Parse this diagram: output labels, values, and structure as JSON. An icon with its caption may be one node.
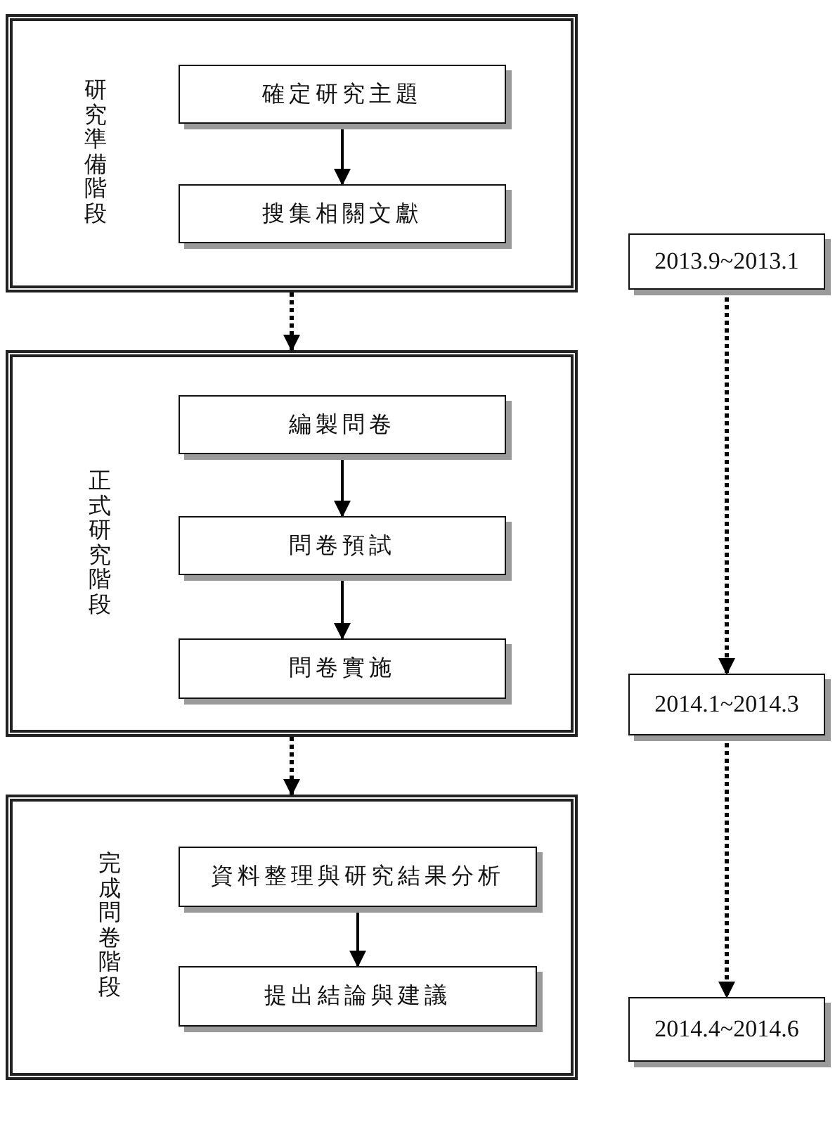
{
  "diagram": {
    "nodes": [
      {
        "text": [
          "研究準備階段"
        ]
      },
      {
        "text": [
          "確定研究主題"
        ],
        "in": 0
      },
      {
        "text": [
          "搜集相關文獻"
        ],
        "in": 0
      },
      {
        "text": [
          "正式研究階段"
        ]
      },
      {
        "text": [
          "編製問卷"
        ],
        "in": 3
      },
      {
        "text": [
          "問卷預試"
        ],
        "in": 3
      },
      {
        "text": [
          "問卷實施"
        ],
        "in": 3
      },
      {
        "text": [
          "完成問卷階段"
        ]
      },
      {
        "text": [
          "資料整理與研究結果分析"
        ],
        "in": 7
      },
      {
        "text": [
          "提出結論與建議"
        ],
        "in": 7
      },
      {
        "text": [
          "2013.9~2013.1"
        ]
      },
      {
        "text": [
          "2014.1~2014.3"
        ]
      },
      {
        "text": [
          "2014.4~2014.6"
        ]
      }
    ],
    "edges": [
      {
        "from": 1,
        "to": 2,
        "arrow": "to"
      },
      {
        "from": 0,
        "to": 3,
        "arrow": "to",
        "style": "dashed"
      },
      {
        "from": 4,
        "to": 5,
        "arrow": "to"
      },
      {
        "from": 5,
        "to": 6,
        "arrow": "to"
      },
      {
        "from": 3,
        "to": 7,
        "arrow": "to",
        "style": "dashed"
      },
      {
        "from": 8,
        "to": 9,
        "arrow": "to"
      },
      {
        "from": 10,
        "to": 11,
        "arrow": "to",
        "style": "dashed"
      },
      {
        "from": 11,
        "to": 12,
        "arrow": "to",
        "style": "dashed"
      }
    ]
  }
}
